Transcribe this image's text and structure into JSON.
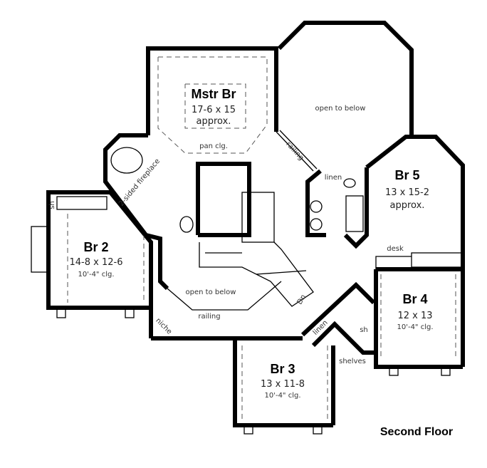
{
  "title": "Second Floor",
  "rooms": {
    "master": {
      "name": "Mstr Br",
      "size": "17-6 x 15",
      "note": "approx.",
      "ceiling": "pan clg."
    },
    "br5": {
      "name": "Br 5",
      "size": "13 x 15-2",
      "note": "approx."
    },
    "br4": {
      "name": "Br 4",
      "size": "12 x 13",
      "ceiling": "10'-4\" clg."
    },
    "br3": {
      "name": "Br 3",
      "size": "13 x 11-8",
      "ceiling": "10'-4\" clg."
    },
    "br2": {
      "name": "Br 2",
      "size": "14-8 x 12-6",
      "ceiling": "10'-4\" clg."
    }
  },
  "labels": {
    "open_to_below_top": "open to below",
    "open_to_below_center": "open to below",
    "railing_top": "railing",
    "railing_center": "railing",
    "linen_bath": "linen",
    "linen_hall": "linen",
    "desk": "desk",
    "sh_br2": "sh",
    "sh_br4": "sh",
    "shelves": "shelves",
    "niche": "niche",
    "fireplace": "2-sided fireplace",
    "stairs_down": "Dn"
  }
}
